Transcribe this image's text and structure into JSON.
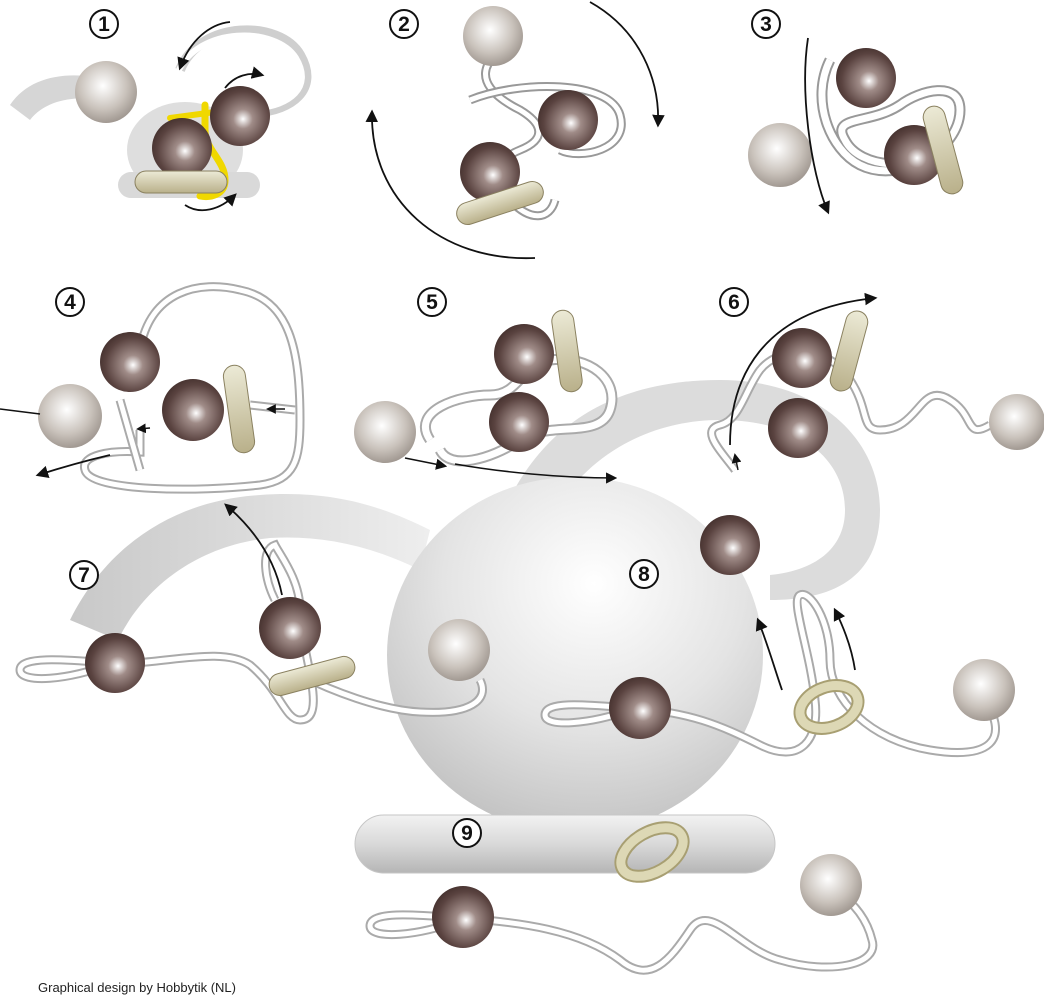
{
  "steps": [
    {
      "number": "1"
    },
    {
      "number": "2"
    },
    {
      "number": "3"
    },
    {
      "number": "4"
    },
    {
      "number": "5"
    },
    {
      "number": "6"
    },
    {
      "number": "7"
    },
    {
      "number": "8"
    },
    {
      "number": "9"
    }
  ],
  "credit": "Graphical design by Hobbytik (NL)",
  "colors": {
    "dark_ball": "#5a4340",
    "light_ball": "#b3aaa2",
    "peg": "#d2ccad",
    "ring": "#d8d3ae",
    "highlight_string": "#f0d800",
    "shadow_shape": "#cfcfcf"
  }
}
